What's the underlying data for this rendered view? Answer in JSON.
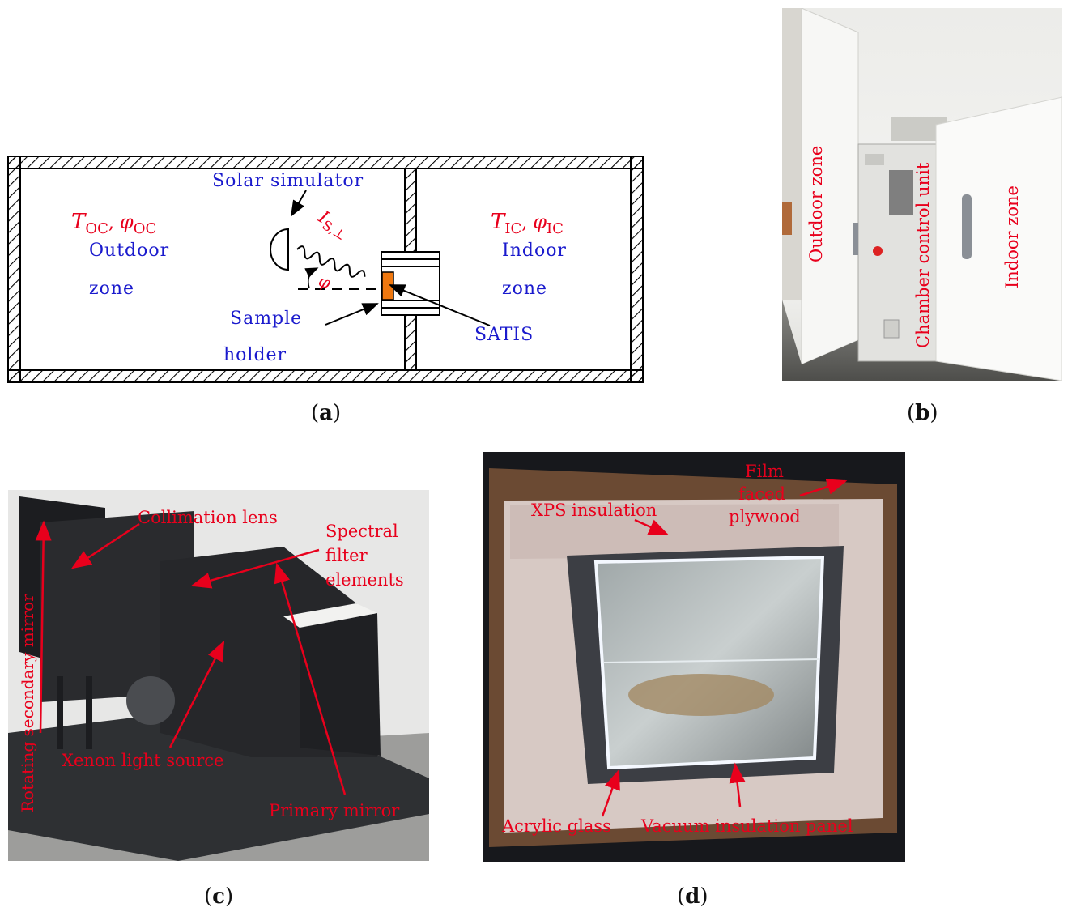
{
  "panel_a": {
    "caption_letter": "a",
    "outdoor_symbol": "T",
    "outdoor_sub": "OC",
    "outdoor_phi": "φ",
    "outdoor_phi_sub": "OC",
    "indoor_symbol": "T",
    "indoor_sub": "IC",
    "indoor_phi": "φ",
    "indoor_phi_sub": "IC",
    "outdoor_line1": "Outdoor",
    "outdoor_line2": "zone",
    "indoor_line1": "Indoor",
    "indoor_line2": "zone",
    "solar_simulator": "Solar simulator",
    "irradiance": "I",
    "irradiance_sub": "S,⊥",
    "angle": "φ",
    "sample_line1": "Sample",
    "sample_line2": "holder",
    "satis": "SATIS",
    "colors": {
      "red": "#e8001c",
      "blue": "#1a1acd",
      "orange": "#f07810"
    }
  },
  "panel_b": {
    "caption_letter": "b",
    "labels": [
      "Outdoor zone",
      "Chamber control unit",
      "Indoor zone"
    ]
  },
  "panel_c": {
    "caption_letter": "c",
    "labels": {
      "collimation": "Collimation lens",
      "spectral1": "Spectral",
      "spectral2": "filter",
      "spectral3": "elements",
      "rotating": "Rotating secondary mirror",
      "xenon": "Xenon light source",
      "primary": "Primary mirror"
    }
  },
  "panel_d": {
    "caption_letter": "d",
    "labels": {
      "film1": "Film",
      "film2": "faced",
      "film3": "plywood",
      "xps": "XPS insulation",
      "acrylic": "Acrylic glass",
      "vip": "Vacuum insulation panel"
    }
  },
  "caption_open": "(",
  "caption_close": ")"
}
